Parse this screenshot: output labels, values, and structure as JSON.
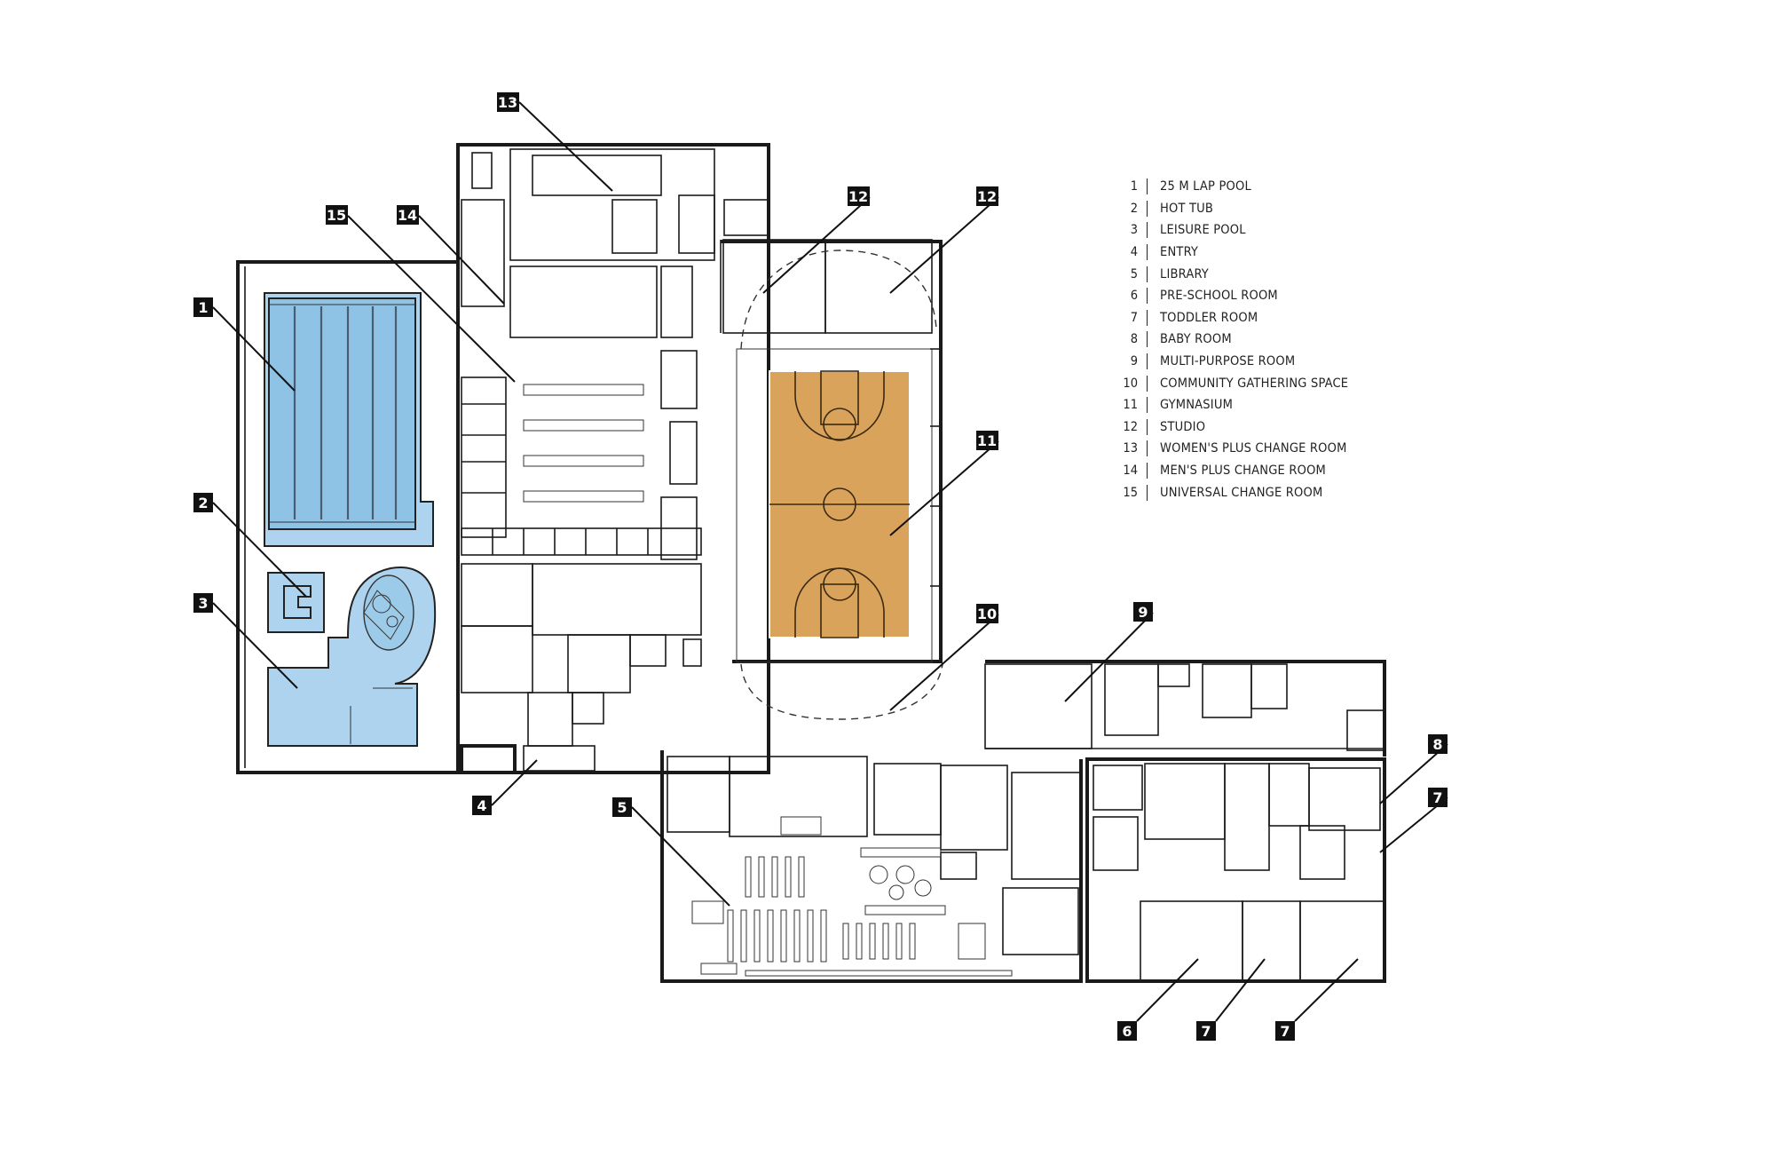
{
  "legend": [
    {
      "num": "1",
      "label": "25 M LAP POOL"
    },
    {
      "num": "2",
      "label": "HOT TUB"
    },
    {
      "num": "3",
      "label": "LEISURE POOL"
    },
    {
      "num": "4",
      "label": "ENTRY"
    },
    {
      "num": "5",
      "label": "LIBRARY"
    },
    {
      "num": "6",
      "label": "PRE-SCHOOL ROOM"
    },
    {
      "num": "7",
      "label": "TODDLER ROOM"
    },
    {
      "num": "8",
      "label": "BABY ROOM"
    },
    {
      "num": "9",
      "label": "MULTI-PURPOSE ROOM"
    },
    {
      "num": "10",
      "label": "COMMUNITY GATHERING SPACE"
    },
    {
      "num": "11",
      "label": "GYMNASIUM"
    },
    {
      "num": "12",
      "label": "STUDIO"
    },
    {
      "num": "13",
      "label": "WOMEN'S PLUS CHANGE ROOM"
    },
    {
      "num": "14",
      "label": "MEN'S PLUS CHANGE ROOM"
    },
    {
      "num": "15",
      "label": "UNIVERSAL CHANGE ROOM"
    }
  ],
  "tags": [
    "1",
    "2",
    "3",
    "4",
    "5",
    "6",
    "7",
    "7",
    "7",
    "8",
    "9",
    "10",
    "11",
    "12",
    "12",
    "13",
    "14",
    "15"
  ],
  "colors": {
    "pool": "#aed3ee",
    "court": "#d9a35c",
    "tag": "#111111"
  }
}
